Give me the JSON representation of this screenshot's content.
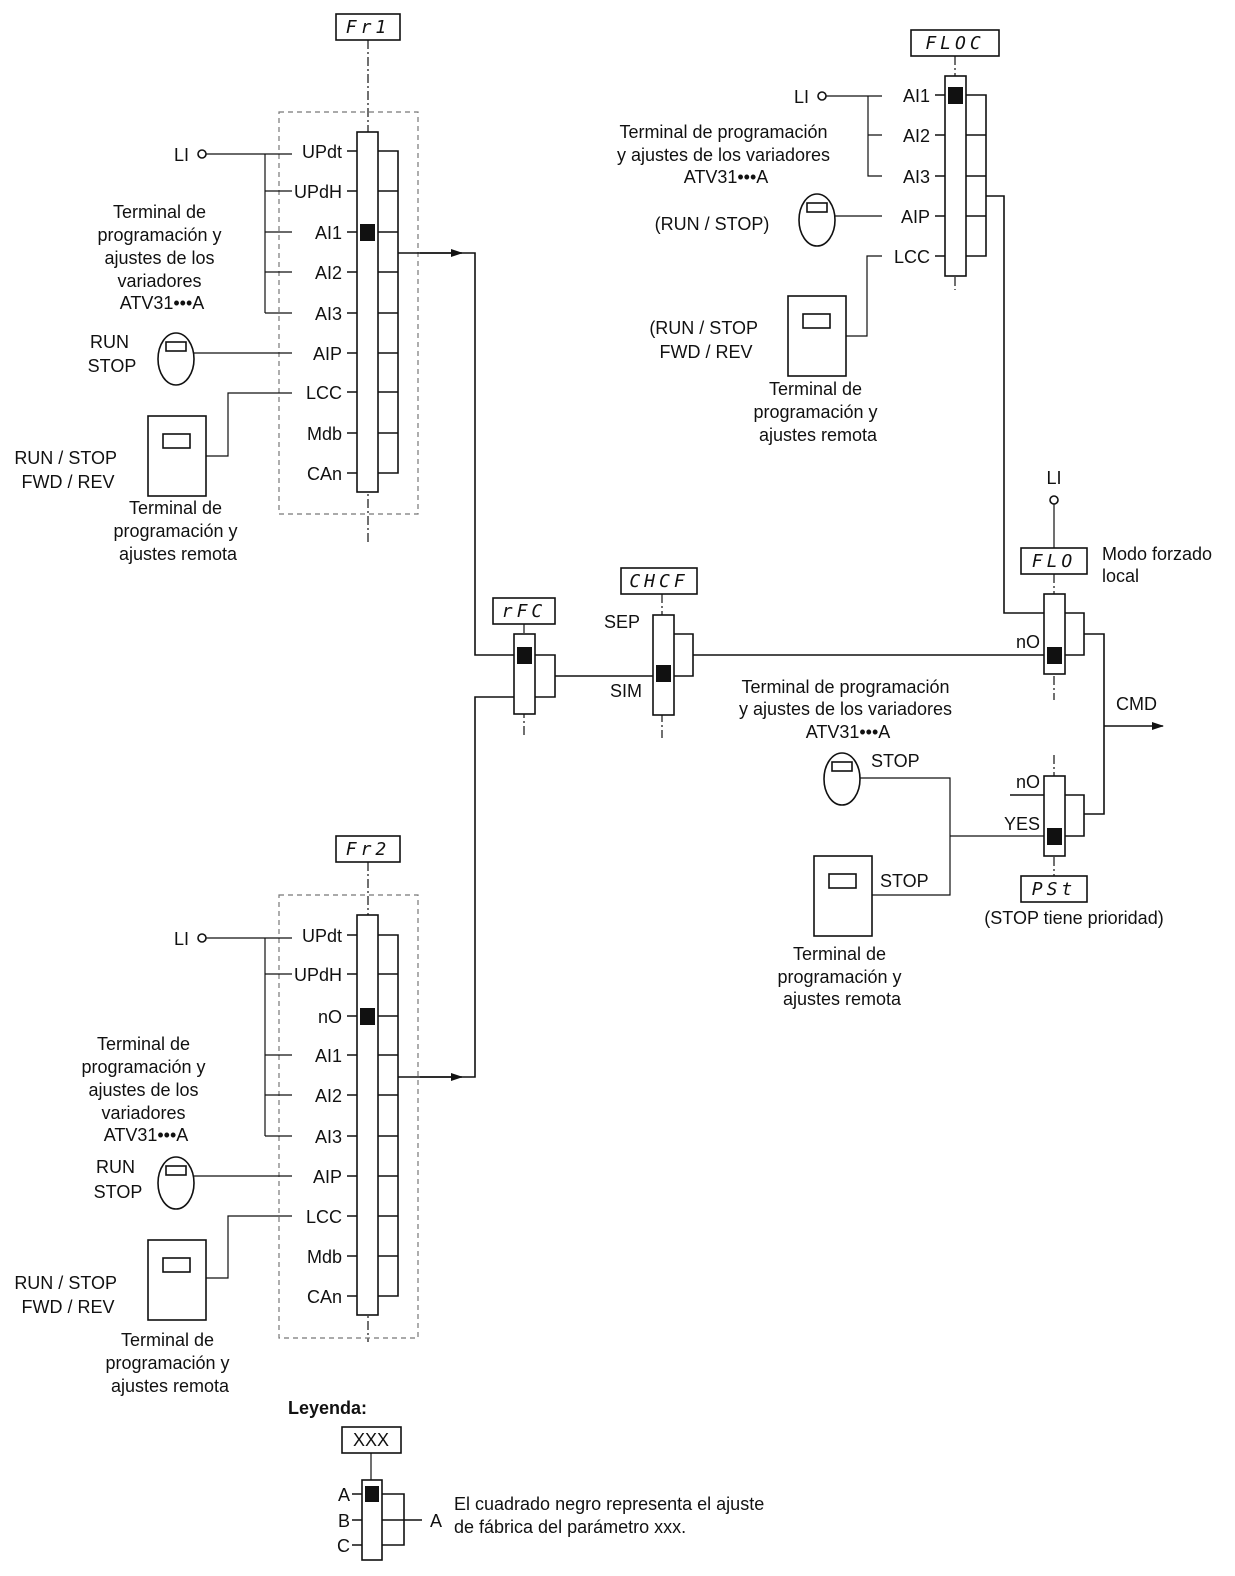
{
  "params": {
    "fr1": "Fr1",
    "fr2": "Fr2",
    "rfc": "rFC",
    "chcf": "CHCF",
    "floc": "FLOC",
    "flo": "FLO",
    "pst": "PSt"
  },
  "fr1": {
    "li": "LI",
    "items": [
      "UPdt",
      "UPdH",
      "AI1",
      "AI2",
      "AI3",
      "AIP",
      "LCC",
      "Mdb",
      "CAn"
    ],
    "terminal_text": [
      "Terminal de",
      "programación y",
      "ajustes de los",
      "variadores",
      "ATV31•••A"
    ],
    "run_stop": [
      "RUN",
      "STOP"
    ],
    "remote_cmd": [
      "RUN / STOP",
      "FWD / REV"
    ],
    "remote_text": [
      "Terminal de",
      "programación y",
      "ajustes remota"
    ]
  },
  "fr2": {
    "li": "LI",
    "items": [
      "UPdt",
      "UPdH",
      "nO",
      "AI1",
      "AI2",
      "AI3",
      "AIP",
      "LCC",
      "Mdb",
      "CAn"
    ],
    "terminal_text": [
      "Terminal de",
      "programación y",
      "ajustes de los",
      "variadores",
      "ATV31•••A"
    ],
    "run_stop": [
      "RUN",
      "STOP"
    ],
    "remote_cmd": [
      "RUN / STOP",
      "FWD / REV"
    ],
    "remote_text": [
      "Terminal de",
      "programación y",
      "ajustes remota"
    ]
  },
  "floc": {
    "li": "LI",
    "items": [
      "AI1",
      "AI2",
      "AI3",
      "AIP",
      "LCC"
    ],
    "terminal_text": [
      "Terminal de programación",
      "y ajustes de los variadores",
      "ATV31•••A"
    ],
    "run_stop": "(RUN / STOP)",
    "remote_cmd": [
      "(RUN / STOP",
      "FWD / REV"
    ],
    "remote_text": [
      "Terminal de",
      "programación y",
      "ajustes remota"
    ]
  },
  "chcf": {
    "sep": "SEP",
    "sim": "SIM"
  },
  "flo": {
    "li": "LI",
    "no": "nO",
    "label": [
      "Modo forzado",
      "local"
    ]
  },
  "cmd": "CMD",
  "pst": {
    "terminal_text": [
      "Terminal de programación",
      "y ajustes de los variadores",
      "ATV31•••A"
    ],
    "stop1": "STOP",
    "stop2": "STOP",
    "no": "nO",
    "yes": "YES",
    "priority": "(STOP tiene prioridad)",
    "remote_text": [
      "Terminal de",
      "programación y",
      "ajustes remota"
    ]
  },
  "legend": {
    "title": "Leyenda:",
    "box": "XXX",
    "a": "A",
    "b": "B",
    "c": "C",
    "out": "A",
    "text": [
      "El cuadrado negro representa el ajuste",
      "de fábrica del parámetro xxx."
    ]
  }
}
